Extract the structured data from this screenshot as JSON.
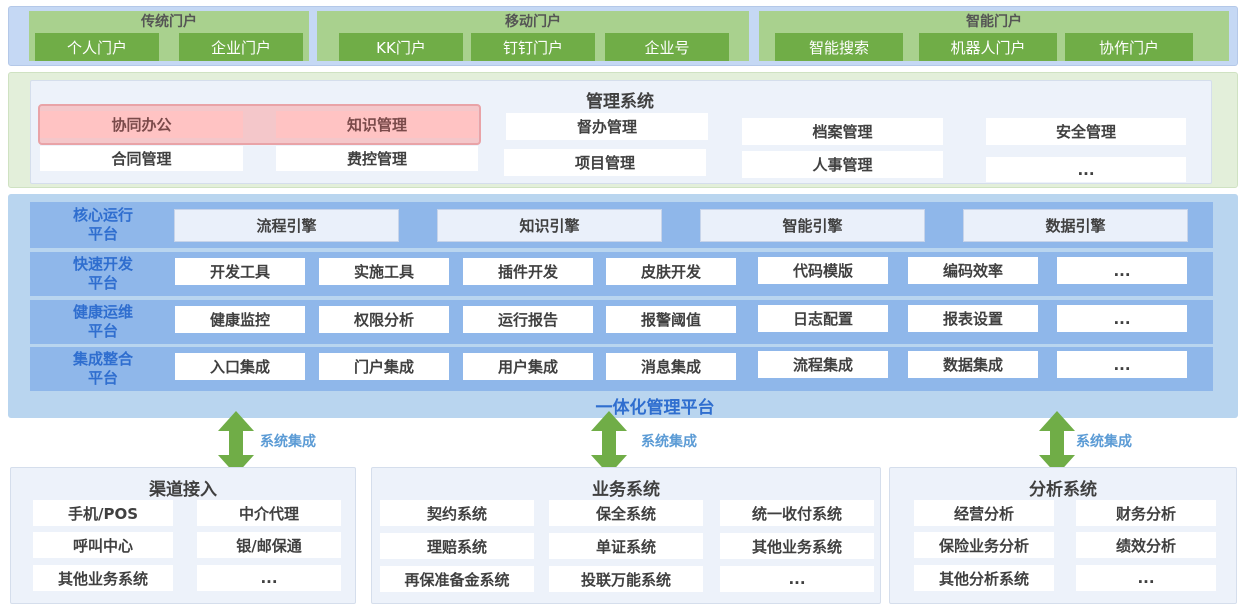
{
  "portal": {
    "groups": [
      {
        "title": "传统门户",
        "items": [
          "个人门户",
          "企业门户"
        ]
      },
      {
        "title": "移动门户",
        "items": [
          "KK门户",
          "钉钉门户",
          "企业号"
        ]
      },
      {
        "title": "智能门户",
        "items": [
          "智能搜索",
          "机器人门户",
          "协作门户"
        ]
      }
    ]
  },
  "management": {
    "title": "管理系统",
    "highlighted": [
      "协同办公",
      "知识管理"
    ],
    "items": [
      "合同管理",
      "费控管理",
      "督办管理",
      "项目管理",
      "档案管理",
      "人事管理",
      "安全管理",
      "..."
    ]
  },
  "platform": {
    "title": "一体化管理平台",
    "rows": [
      {
        "label1": "核心运行",
        "label2": "平台",
        "items": [
          "流程引擎",
          "知识引擎",
          "智能引擎",
          "数据引擎"
        ]
      },
      {
        "label1": "快速开发",
        "label2": "平台",
        "items": [
          "开发工具",
          "实施工具",
          "插件开发",
          "皮肤开发",
          "代码模版",
          "编码效率",
          "..."
        ]
      },
      {
        "label1": "健康运维",
        "label2": "平台",
        "items": [
          "健康监控",
          "权限分析",
          "运行报告",
          "报警阈值",
          "日志配置",
          "报表设置",
          "..."
        ]
      },
      {
        "label1": "集成整合",
        "label2": "平台",
        "items": [
          "入口集成",
          "门户集成",
          "用户集成",
          "消息集成",
          "流程集成",
          "数据集成",
          "..."
        ]
      }
    ]
  },
  "integration_label": "系统集成",
  "sections": [
    {
      "title": "渠道接入",
      "items": [
        "手机/POS",
        "中介代理",
        "呼叫中心",
        "银/邮保通",
        "其他业务系统",
        "..."
      ]
    },
    {
      "title": "业务系统",
      "items": [
        "契约系统",
        "保全系统",
        "统一收付系统",
        "理赔系统",
        "单证系统",
        "其他业务系统",
        "再保准备金系统",
        "投联万能系统",
        "..."
      ]
    },
    {
      "title": "分析系统",
      "items": [
        "经营分析",
        "财务分析",
        "保险业务分析",
        "绩效分析",
        "其他分析系统",
        "..."
      ]
    }
  ],
  "colors": {
    "portal_bg": "#c5d8f4",
    "portal_group": "#a9d18e",
    "portal_button": "#70ad47",
    "mgmt_bg": "#e3efda",
    "highlight": "#ffc3c3",
    "platform_bg": "#b9d5ef",
    "platform_row": "#8fb7ea",
    "platform_label": "#2f6ecf",
    "arrow": "#70ad47",
    "arrow_label": "#5b9bd5"
  }
}
